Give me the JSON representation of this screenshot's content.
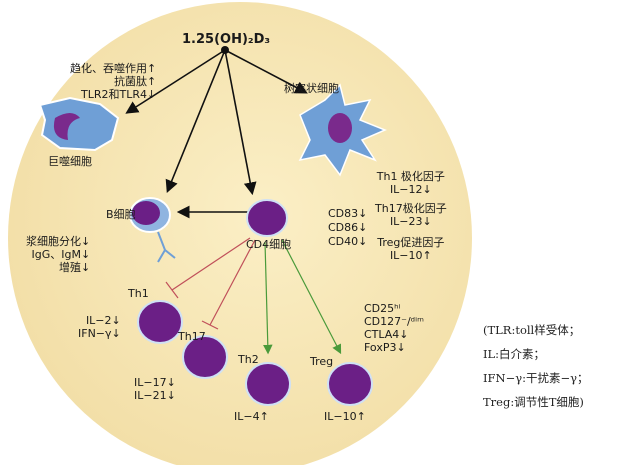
{
  "source": "1.25(OH)₂D₃",
  "macrophage": {
    "effects": [
      "趋化、吞噬作用↑",
      "抗菌肽↑",
      "TLR2和TLR4↓"
    ],
    "label": "巨噬细胞"
  },
  "dendritic": {
    "label": "树突状细胞",
    "factors": [
      "Th1 极化因子",
      "IL−12↓",
      "Th17极化因子",
      "IL−23↓",
      "Treg促进因子",
      "IL−10↑"
    ],
    "markers": [
      "CD83↓",
      "CD86↓",
      "CD40↓"
    ]
  },
  "bcell": {
    "label": "B细胞",
    "effects": [
      "浆细胞分化↓",
      "IgG、IgM↓",
      "增殖↓"
    ]
  },
  "cd4": {
    "label": "CD4细胞"
  },
  "th1": {
    "label": "Th1",
    "effects": [
      "IL−2↓",
      "IFN−γ↓"
    ]
  },
  "th17": {
    "label": "Th17",
    "effects": [
      "IL−17↓",
      "IL−21↓"
    ]
  },
  "th2": {
    "label": "Th2",
    "effects": [
      "IL−4↑"
    ]
  },
  "treg": {
    "label": "Treg",
    "markers": [
      "CD25ʰⁱ",
      "CD127⁻/ᵈⁱᵐ",
      "CTLA4↓",
      "FoxP3↓"
    ],
    "effects": [
      "IL−10↑"
    ]
  },
  "legend": [
    "(TLR:toll样受体；",
    "IL:白介素；",
    "IFN−γ:干扰素−γ；",
    "Treg:调节性T细胞)"
  ],
  "colors": {
    "background": "#f6e6b4",
    "cell": "#6b1f86",
    "stim": "#4a9a3a",
    "inhib": "#c0505a"
  }
}
